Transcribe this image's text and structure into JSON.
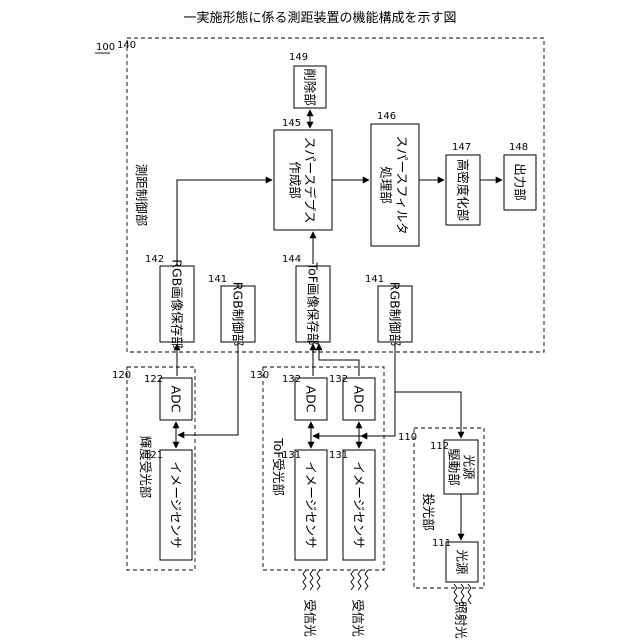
{
  "title": "一実施形態に係る測距装置の機能構成を示す図",
  "refs": {
    "device": "100",
    "control_unit": "140",
    "deletion": "149",
    "sparse_depth": "145",
    "sparse_filter": "146",
    "densify": "147",
    "output": "148",
    "rgb_store": "142",
    "rgb_ctrl_a": "141",
    "tof_store": "144",
    "rgb_ctrl_b": "141",
    "lum_receiver": "120",
    "adc_lum": "122",
    "sensor_lum": "121",
    "tof_receiver": "130",
    "adc_tof_1": "132",
    "adc_tof_2": "132",
    "sensor_tof_1": "131",
    "sensor_tof_2": "131",
    "projector": "110",
    "source_driver": "112",
    "light_source": "111"
  },
  "labels": {
    "control_unit": "測距制御部",
    "deletion": "削除部",
    "sparse_depth_1": "スパースデプス",
    "sparse_depth_2": "作成部",
    "sparse_filter_1": "スパースフィルタ",
    "sparse_filter_2": "処理部",
    "densify": "高密度化部",
    "output": "出力部",
    "rgb_store": "RGB画像保存部",
    "rgb_ctrl_a": "RGB制御部",
    "tof_store": "ToF画像保存部",
    "rgb_ctrl_b": "RGB制御部",
    "lum_receiver": "輝度受光部",
    "adc_lum": "ADC",
    "sensor_lum": "イメージセンサ",
    "tof_receiver": "ToF受光部",
    "adc_tof_1": "ADC",
    "adc_tof_2": "ADC",
    "sensor_tof_1": "イメージセンサ",
    "sensor_tof_2": "イメージセンサ",
    "projector": "投光部",
    "source_driver_1": "光源",
    "source_driver_2": "駆動部",
    "light_source": "光源",
    "received_light_1": "受信光",
    "received_light_2": "受信光",
    "emitted_light": "照射光"
  }
}
